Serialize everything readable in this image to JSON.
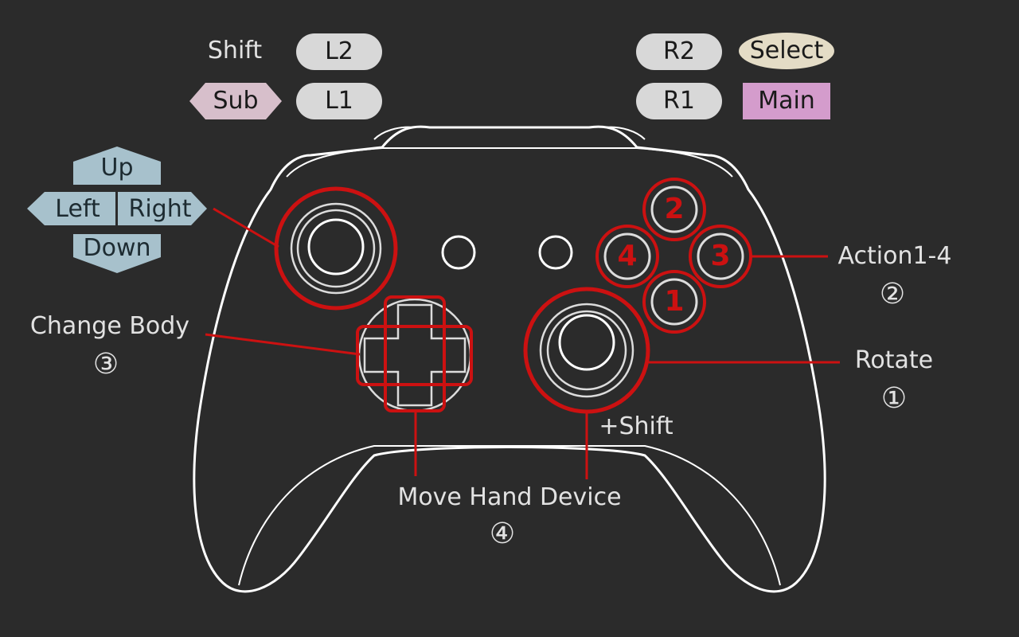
{
  "triggers": {
    "shift_label": "Shift",
    "l2": "L2",
    "l1": "L1",
    "r2": "R2",
    "r1": "R1",
    "sub": "Sub",
    "select": "Select",
    "main": "Main"
  },
  "dpad_legend": {
    "up": "Up",
    "left": "Left",
    "right": "Right",
    "down": "Down"
  },
  "action_buttons": {
    "top": "2",
    "left": "4",
    "right": "3",
    "bottom": "1"
  },
  "callouts": {
    "change_body": "Change Body",
    "change_body_num": "③",
    "action": "Action1-4",
    "action_num": "②",
    "rotate": "Rotate",
    "rotate_num": "①",
    "plus_shift": "+Shift",
    "move_hand": "Move Hand Device",
    "move_hand_num": "④"
  },
  "colors": {
    "background": "#2b2b2b",
    "outline": "#ffffff",
    "highlight": "#cc1111",
    "pill": "#d8d8d8",
    "sub_badge": "#d7bfcb",
    "select_badge": "#e4dcc6",
    "main_badge": "#d49ccc",
    "dpad_legend": "#a7c1cc"
  }
}
